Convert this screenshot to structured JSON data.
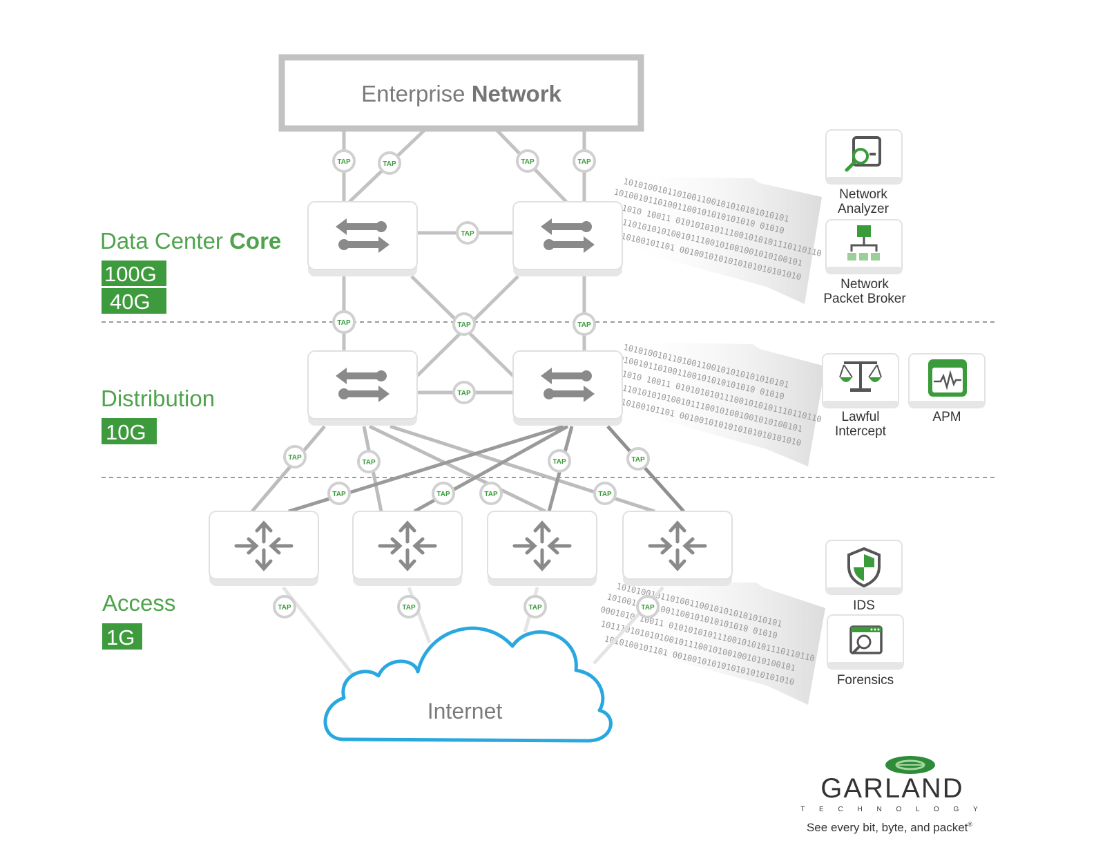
{
  "enterprise": {
    "light": "Enterprise ",
    "bold": "Network"
  },
  "layers": {
    "core": {
      "light": "Data Center ",
      "bold": "Core",
      "speeds": [
        "100G",
        "40G"
      ]
    },
    "distribution": {
      "title": "Distribution",
      "speeds": [
        "10G"
      ]
    },
    "access": {
      "title": "Access",
      "speeds": [
        "1G"
      ]
    }
  },
  "tap_label": "TAP",
  "internet_label": "Internet",
  "tools": {
    "network_analyzer": [
      "Network",
      "Analyzer"
    ],
    "packet_broker": [
      "Network",
      "Packet Broker"
    ],
    "lawful_intercept": [
      "Lawful",
      "Intercept"
    ],
    "apm": "APM",
    "ids": "IDS",
    "forensics": "Forensics"
  },
  "binary_lines": [
    "1010100101101001100101010101010101",
    "10100101101001100101010101010   01010",
    "0001010   10011   010101010111001010101110110110",
    "1011101010101001011100101001001010100101",
    "1010100101101   0010010101010101010101010"
  ],
  "brand": {
    "name": "GARLAND",
    "sub": "T E C H N O L O G Y",
    "tagline": "See every bit, byte, and packet",
    "registered": "®"
  },
  "colors": {
    "accent": "#4ea34c",
    "speed_bg": "#3d9a3d",
    "cloud": "#29a8e0",
    "line": "#bdbdbd",
    "dark_line": "#8f8f8f"
  }
}
